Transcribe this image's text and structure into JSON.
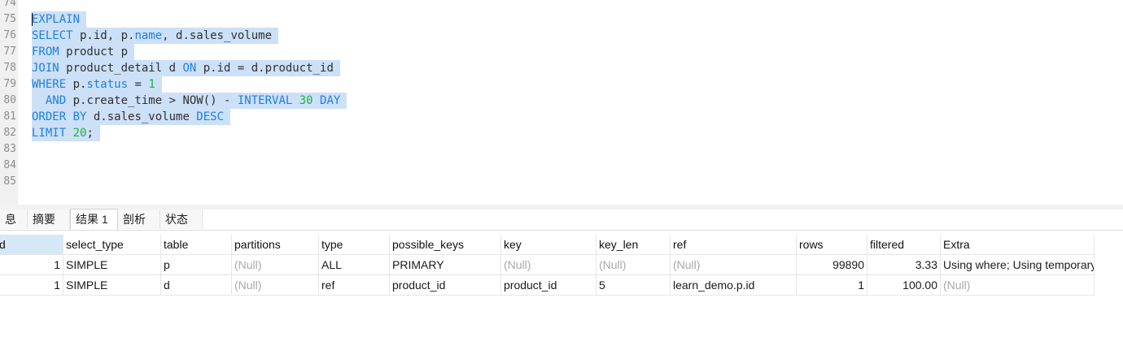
{
  "editor": {
    "lines": [
      {
        "n": "74",
        "tokens": []
      },
      {
        "n": "75",
        "sel": true,
        "cursor": true,
        "tokens": [
          {
            "t": "kw",
            "v": "EXPLAIN"
          }
        ]
      },
      {
        "n": "76",
        "sel": true,
        "tokens": [
          {
            "t": "kw",
            "v": "SELECT"
          },
          {
            "t": "txt",
            "v": " p.id, p."
          },
          {
            "t": "kw",
            "v": "name"
          },
          {
            "t": "txt",
            "v": ", d.sales_volume"
          }
        ]
      },
      {
        "n": "77",
        "sel": true,
        "tokens": [
          {
            "t": "kw",
            "v": "FROM"
          },
          {
            "t": "txt",
            "v": " product p"
          }
        ]
      },
      {
        "n": "78",
        "sel": true,
        "tokens": [
          {
            "t": "kw",
            "v": "JOIN"
          },
          {
            "t": "txt",
            "v": " product_detail d "
          },
          {
            "t": "kw",
            "v": "ON"
          },
          {
            "t": "txt",
            "v": " p.id = d.product_id"
          }
        ]
      },
      {
        "n": "79",
        "sel": true,
        "tokens": [
          {
            "t": "kw",
            "v": "WHERE"
          },
          {
            "t": "txt",
            "v": " p."
          },
          {
            "t": "kw",
            "v": "status"
          },
          {
            "t": "txt",
            "v": " = "
          },
          {
            "t": "num",
            "v": "1"
          }
        ]
      },
      {
        "n": "80",
        "sel": true,
        "tokens": [
          {
            "t": "txt",
            "v": "  "
          },
          {
            "t": "kw",
            "v": "AND"
          },
          {
            "t": "txt",
            "v": " p.create_time > NOW() - "
          },
          {
            "t": "kw",
            "v": "INTERVAL"
          },
          {
            "t": "txt",
            "v": " "
          },
          {
            "t": "num",
            "v": "30"
          },
          {
            "t": "txt",
            "v": " "
          },
          {
            "t": "kw",
            "v": "DAY"
          }
        ]
      },
      {
        "n": "81",
        "sel": true,
        "tokens": [
          {
            "t": "kw",
            "v": "ORDER BY"
          },
          {
            "t": "txt",
            "v": " d.sales_volume "
          },
          {
            "t": "kw",
            "v": "DESC"
          }
        ]
      },
      {
        "n": "82",
        "sel": true,
        "tokens": [
          {
            "t": "kw",
            "v": "LIMIT"
          },
          {
            "t": "txt",
            "v": " "
          },
          {
            "t": "num",
            "v": "20"
          },
          {
            "t": "txt",
            "v": ";"
          }
        ]
      },
      {
        "n": "83",
        "tokens": []
      },
      {
        "n": "84",
        "tokens": []
      },
      {
        "n": "85",
        "tokens": []
      }
    ]
  },
  "tabs": [
    {
      "label": "息",
      "active": false
    },
    {
      "label": "摘要",
      "active": false
    },
    {
      "label": "结果 1",
      "active": true
    },
    {
      "label": "剖析",
      "active": false
    },
    {
      "label": "状态",
      "active": false
    }
  ],
  "results": {
    "columns": [
      "d",
      "select_type",
      "table",
      "partitions",
      "type",
      "possible_keys",
      "key",
      "key_len",
      "ref",
      "rows",
      "filtered",
      "Extra"
    ],
    "rows": [
      [
        "1",
        "SIMPLE",
        "p",
        "(Null)",
        "ALL",
        "PRIMARY",
        "(Null)",
        "(Null)",
        "(Null)",
        "99890",
        "3.33",
        "Using where; Using temporary; Using filesort"
      ],
      [
        "1",
        "SIMPLE",
        "d",
        "(Null)",
        "ref",
        "product_id",
        "product_id",
        "5",
        "learn_demo.p.id",
        "1",
        "100.00",
        "(Null)"
      ]
    ],
    "null_text": "(Null)"
  }
}
